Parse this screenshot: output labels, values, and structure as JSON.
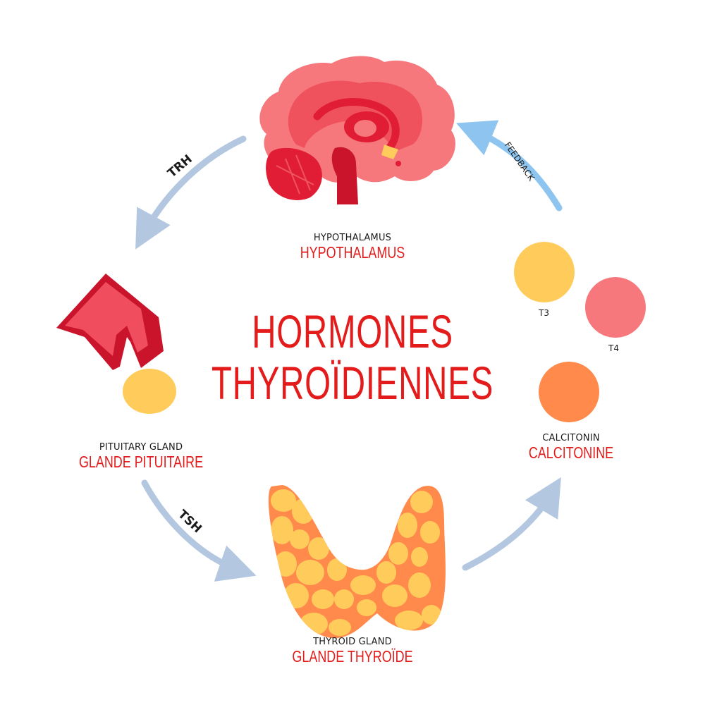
{
  "title": {
    "line1": "HORMONES",
    "line2": "THYROÏDIENNES"
  },
  "nodes": {
    "hypothalamus": {
      "en": "HYPOTHALAMUS",
      "fr": "HYPOTHALAMUS"
    },
    "pituitary": {
      "en": "PITUITARY GLAND",
      "fr": "GLANDE PITUITAIRE"
    },
    "thyroid": {
      "en": "THYROID GLAND",
      "fr": "GLANDE THYROÏDE"
    },
    "calcitonin": {
      "en": "CALCITONIN",
      "fr": "CALCITONINE"
    }
  },
  "hormones": {
    "t3": "T3",
    "t4": "T4"
  },
  "arrows": {
    "trh": "TRH",
    "tsh": "TSH",
    "feedback": "FEEDBACK"
  },
  "colors": {
    "title_red": "#e41b1b",
    "arrow_blue": "#b4c7e0",
    "feedback_blue": "#8ec5f0",
    "t3_yellow": "#ffcc5c",
    "t4_pink": "#f7787c",
    "calcitonin_orange": "#ff8a4c",
    "brain_pink": "#f7787c",
    "brain_red": "#e11d35"
  }
}
